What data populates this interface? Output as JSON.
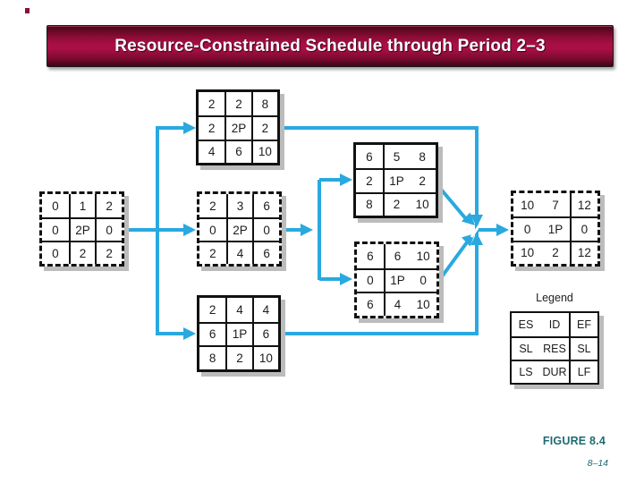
{
  "title": "Resource-Constrained Schedule through Period 2–3",
  "figure": {
    "label": "FIGURE 8.4",
    "page": "8–14"
  },
  "legend": {
    "title": "Legend",
    "rows": [
      [
        "ES",
        "ID",
        "EF"
      ],
      [
        "SL",
        "RES",
        "SL"
      ],
      [
        "LS",
        "DUR",
        "LF"
      ]
    ]
  },
  "nodes": [
    {
      "id": "activity-1",
      "border": "dashed",
      "cells": [
        [
          "0",
          "1",
          "2"
        ],
        [
          "0",
          "2P",
          "0"
        ],
        [
          "0",
          "2",
          "2"
        ]
      ]
    },
    {
      "id": "activity-2",
      "border": "solid",
      "cells": [
        [
          "2",
          "2",
          "8"
        ],
        [
          "2",
          "2P",
          "2"
        ],
        [
          "4",
          "6",
          "10"
        ]
      ]
    },
    {
      "id": "activity-3",
      "border": "dashed",
      "cells": [
        [
          "2",
          "3",
          "6"
        ],
        [
          "0",
          "2P",
          "0"
        ],
        [
          "2",
          "4",
          "6"
        ]
      ]
    },
    {
      "id": "activity-4",
      "border": "solid",
      "cells": [
        [
          "2",
          "4",
          "4"
        ],
        [
          "6",
          "1P",
          "6"
        ],
        [
          "8",
          "2",
          "10"
        ]
      ]
    },
    {
      "id": "activity-5",
      "border": "solid",
      "cells": [
        [
          "6",
          "5",
          "8"
        ],
        [
          "2",
          "1P",
          "2"
        ],
        [
          "8",
          "2",
          "10"
        ]
      ]
    },
    {
      "id": "activity-6",
      "border": "dashed",
      "cells": [
        [
          "6",
          "6",
          "10"
        ],
        [
          "0",
          "1P",
          "0"
        ],
        [
          "6",
          "4",
          "10"
        ]
      ]
    },
    {
      "id": "activity-7",
      "border": "dashed",
      "cells": [
        [
          "10",
          "7",
          "12"
        ],
        [
          "0",
          "1P",
          "0"
        ],
        [
          "10",
          "2",
          "12"
        ]
      ]
    }
  ],
  "colors": {
    "arrow": "#29a9df",
    "banner": "#a90f45",
    "node-shadow": "#bcbcbc",
    "fig": "#1d6b73"
  }
}
